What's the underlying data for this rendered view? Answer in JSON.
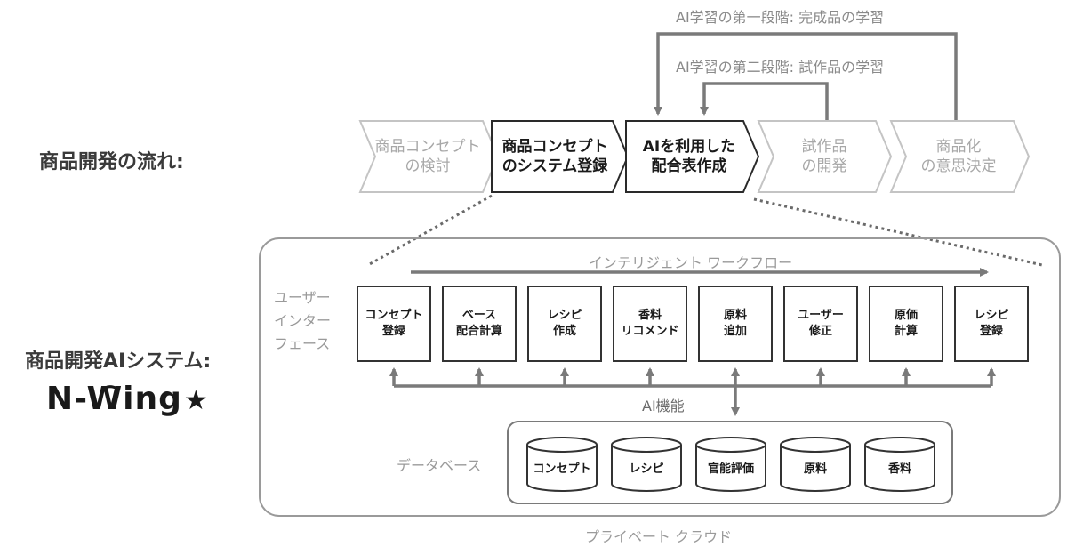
{
  "labels": {
    "flow_label": "商品開発の流れ:",
    "system_label": "商品開発AIシステム:",
    "logo_text": "N-Wing",
    "logo_star": "★"
  },
  "learning": {
    "stage1": "AI学習の第一段階: 完成品の学習",
    "stage2": "AI学習の第二段階: 試作品の学習"
  },
  "flow_stages": [
    {
      "text": "商品コンセプト\nの検討",
      "active": false
    },
    {
      "text": "商品コンセプト\nのシステム登録",
      "active": true
    },
    {
      "text": "AIを利用した\n配合表作成",
      "active": true
    },
    {
      "text": "試作品\nの開発",
      "active": false
    },
    {
      "text": "商品化\nの意思決定",
      "active": false
    }
  ],
  "workflow_label": "インテリジェント ワークフロー",
  "ui_label": "ユーザー\nインター\nフェース",
  "modules": [
    "コンセプト\n登録",
    "ベース\n配合計算",
    "レシピ\n作成",
    "香料\nリコメンド",
    "原料\n追加",
    "ユーザー\n修正",
    "原価\n計算",
    "レシピ\n登録"
  ],
  "ai_function_label": "AI機能",
  "database_label": "データベース",
  "databases": [
    "コンセプト",
    "レシピ",
    "官能評価",
    "原料",
    "香料"
  ],
  "cloud_label": "プライベート クラウド",
  "colors": {
    "dark": "#3a3a3a",
    "mid": "#7a7a7a",
    "light": "#b8b8b8",
    "text_gray": "#9a9a9a"
  }
}
